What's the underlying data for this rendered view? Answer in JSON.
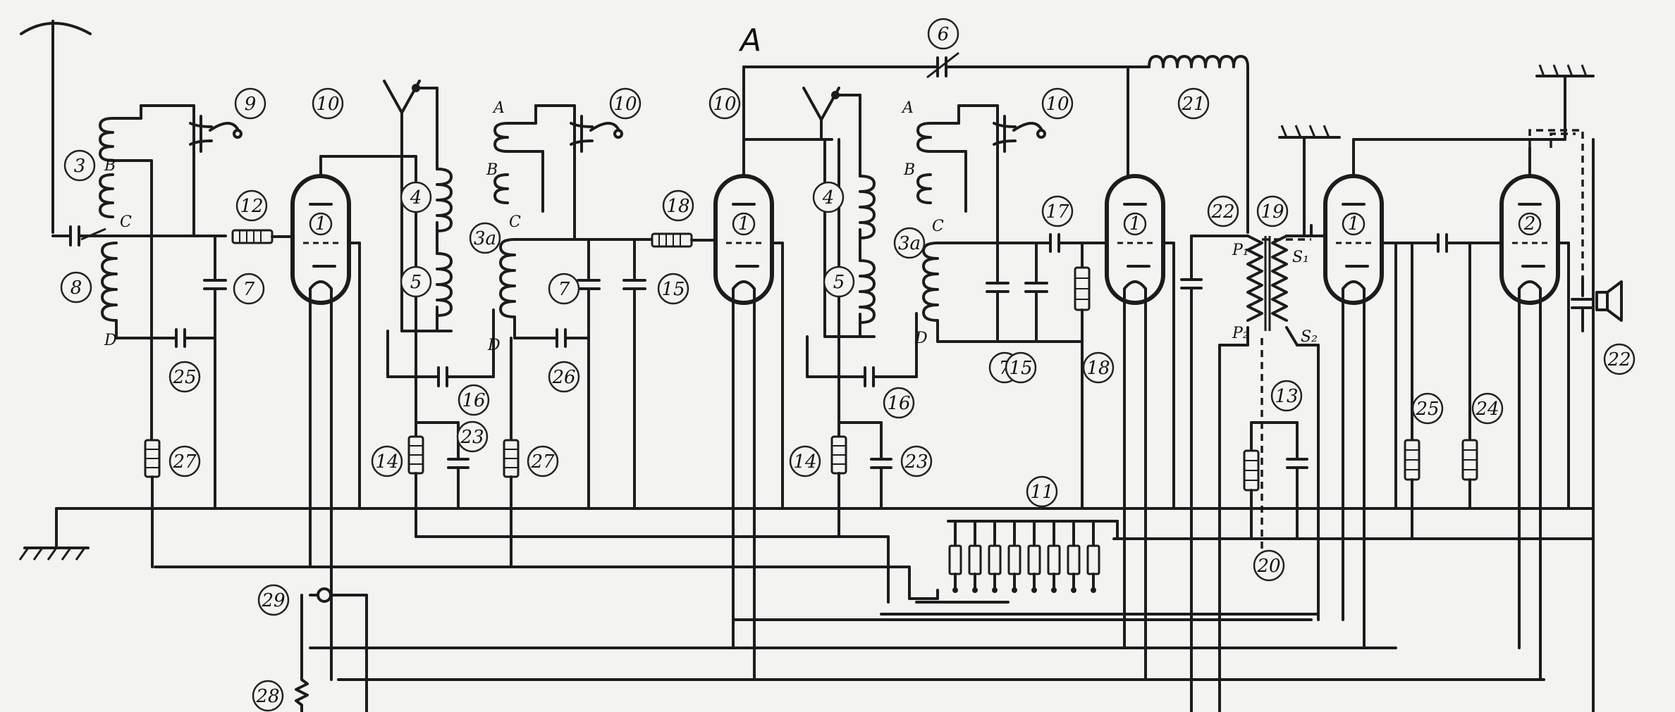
{
  "diagram": {
    "title_letter": "A",
    "callouts": [
      {
        "id": "c3",
        "text": "3"
      },
      {
        "id": "c9",
        "text": "9"
      },
      {
        "id": "c10a",
        "text": "10"
      },
      {
        "id": "c8",
        "text": "8"
      },
      {
        "id": "c7a",
        "text": "7"
      },
      {
        "id": "c12",
        "text": "12"
      },
      {
        "id": "c25a",
        "text": "25"
      },
      {
        "id": "c27a",
        "text": "27"
      },
      {
        "id": "c29",
        "text": "29"
      },
      {
        "id": "c28",
        "text": "28"
      },
      {
        "id": "c4a",
        "text": "4"
      },
      {
        "id": "c5a",
        "text": "5"
      },
      {
        "id": "c16a",
        "text": "16"
      },
      {
        "id": "c14a",
        "text": "14"
      },
      {
        "id": "c23a",
        "text": "23"
      },
      {
        "id": "c10b",
        "text": "10"
      },
      {
        "id": "c3a1",
        "text": "3a"
      },
      {
        "id": "c7b",
        "text": "7"
      },
      {
        "id": "c15a",
        "text": "15"
      },
      {
        "id": "c26",
        "text": "26"
      },
      {
        "id": "c27b",
        "text": "27"
      },
      {
        "id": "c18a",
        "text": "18"
      },
      {
        "id": "c10c",
        "text": "10"
      },
      {
        "id": "c4b",
        "text": "4"
      },
      {
        "id": "c5b",
        "text": "5"
      },
      {
        "id": "c16b",
        "text": "16"
      },
      {
        "id": "c14b",
        "text": "14"
      },
      {
        "id": "c23b",
        "text": "23"
      },
      {
        "id": "c6",
        "text": "6"
      },
      {
        "id": "c21",
        "text": "21"
      },
      {
        "id": "c10d",
        "text": "10"
      },
      {
        "id": "c3a2",
        "text": "3a"
      },
      {
        "id": "c17",
        "text": "17"
      },
      {
        "id": "c7c",
        "text": "7"
      },
      {
        "id": "c15b",
        "text": "15"
      },
      {
        "id": "c18b",
        "text": "18"
      },
      {
        "id": "c11",
        "text": "11"
      },
      {
        "id": "c22a",
        "text": "22"
      },
      {
        "id": "c19",
        "text": "19"
      },
      {
        "id": "c13",
        "text": "13"
      },
      {
        "id": "c20",
        "text": "20"
      },
      {
        "id": "c25b",
        "text": "25"
      },
      {
        "id": "c24",
        "text": "24"
      },
      {
        "id": "c22b",
        "text": "22"
      }
    ],
    "tube_labels": [
      "1",
      "1",
      "1",
      "1",
      "2"
    ],
    "coil_letters": {
      "b1": "B",
      "c1": "C",
      "d1": "D",
      "a2": "A",
      "b2": "B",
      "c2": "C",
      "d2": "D",
      "a3": "A",
      "b3": "B",
      "c3": "C",
      "d3": "D"
    },
    "transformer_letters": {
      "p1": "P₁",
      "p2": "P₂",
      "s1": "S₁",
      "s2": "S₂"
    }
  }
}
